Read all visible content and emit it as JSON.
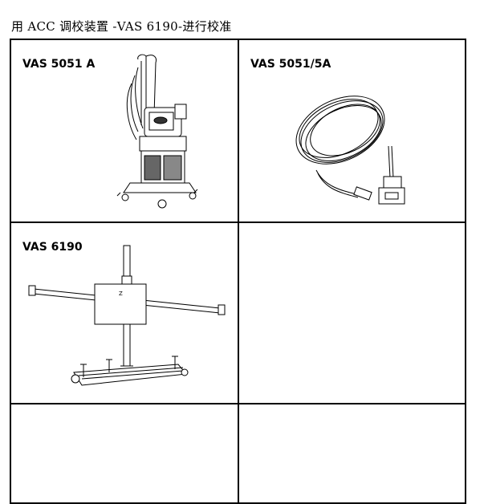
{
  "document": {
    "title": "用  ACC 调校装置  -VAS 6190-进行校准"
  },
  "cells": [
    {
      "label": "VAS 5051 A",
      "illustration": "diagnostic-cart"
    },
    {
      "label": "VAS 5051/5A",
      "illustration": "coiled-cable"
    },
    {
      "label": "VAS 6190",
      "illustration": "adjustment-fixture"
    },
    {
      "label": "",
      "illustration": ""
    },
    {
      "label": "",
      "illustration": ""
    },
    {
      "label": "",
      "illustration": ""
    }
  ]
}
